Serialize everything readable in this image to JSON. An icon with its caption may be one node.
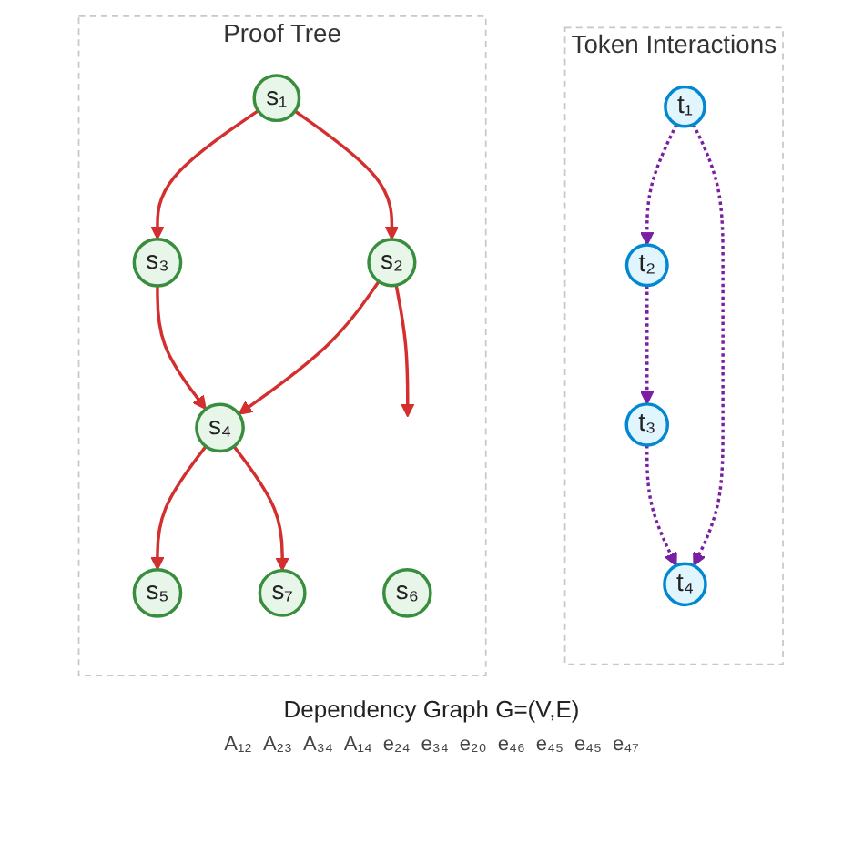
{
  "diagram": {
    "caption": "Dependency Graph G=(V,E)",
    "nodes": [
      {
        "text": [
          "Token Interactions"
        ]
      },
      {
        "text": [
          "t₁"
        ],
        "in": 0
      },
      {
        "text": [
          "t₂"
        ],
        "in": 0
      },
      {
        "text": [
          "t₃"
        ],
        "in": 0
      },
      {
        "text": [
          "t₄"
        ],
        "in": 0
      },
      {
        "text": [
          "Proof Tree"
        ]
      },
      {
        "text": [
          "s₁"
        ],
        "in": 5
      },
      {
        "text": [
          "s₂"
        ],
        "in": 5
      },
      {
        "text": [
          "s₃"
        ],
        "in": 5
      },
      {
        "text": [
          "s₄"
        ],
        "in": 5
      },
      {
        "text": [
          "s₅"
        ],
        "in": 5
      },
      {
        "text": [
          "s₆"
        ],
        "in": 5
      },
      {
        "text": [
          "s₇"
        ],
        "in": 5
      }
    ],
    "edges": [
      {
        "from": 1,
        "to": 2,
        "arrow": "to",
        "style": "dashed",
        "color": "#7b1fa2"
      },
      {
        "from": 2,
        "to": 3,
        "arrow": "to",
        "style": "dashed",
        "color": "#7b1fa2"
      },
      {
        "from": 3,
        "to": 4,
        "arrow": "to",
        "style": "dashed",
        "color": "#7b1fa2"
      },
      {
        "from": 1,
        "to": 4,
        "arrow": "to",
        "style": "dashed",
        "color": "#7b1fa2"
      },
      {
        "from": 6,
        "to": 7,
        "arrow": "to"
      },
      {
        "from": 6,
        "to": 8,
        "arrow": "to"
      },
      {
        "from": 7,
        "to": 9,
        "arrow": "to"
      },
      {
        "from": 7,
        "to": null,
        "arrow": "to"
      },
      {
        "from": 8,
        "to": 9,
        "arrow": "to"
      },
      {
        "from": 9,
        "to": 10,
        "arrow": "to"
      },
      {
        "from": 9,
        "to": 12,
        "arrow": "to"
      }
    ],
    "labels": [
      "A₁₂",
      "A₂₃",
      "A₃₄",
      "A₁₄",
      "e₂₄",
      "e₃₄",
      "e₂₀",
      "e₄₆",
      "e₄₅",
      "e₄₅",
      "e₄₇"
    ]
  }
}
